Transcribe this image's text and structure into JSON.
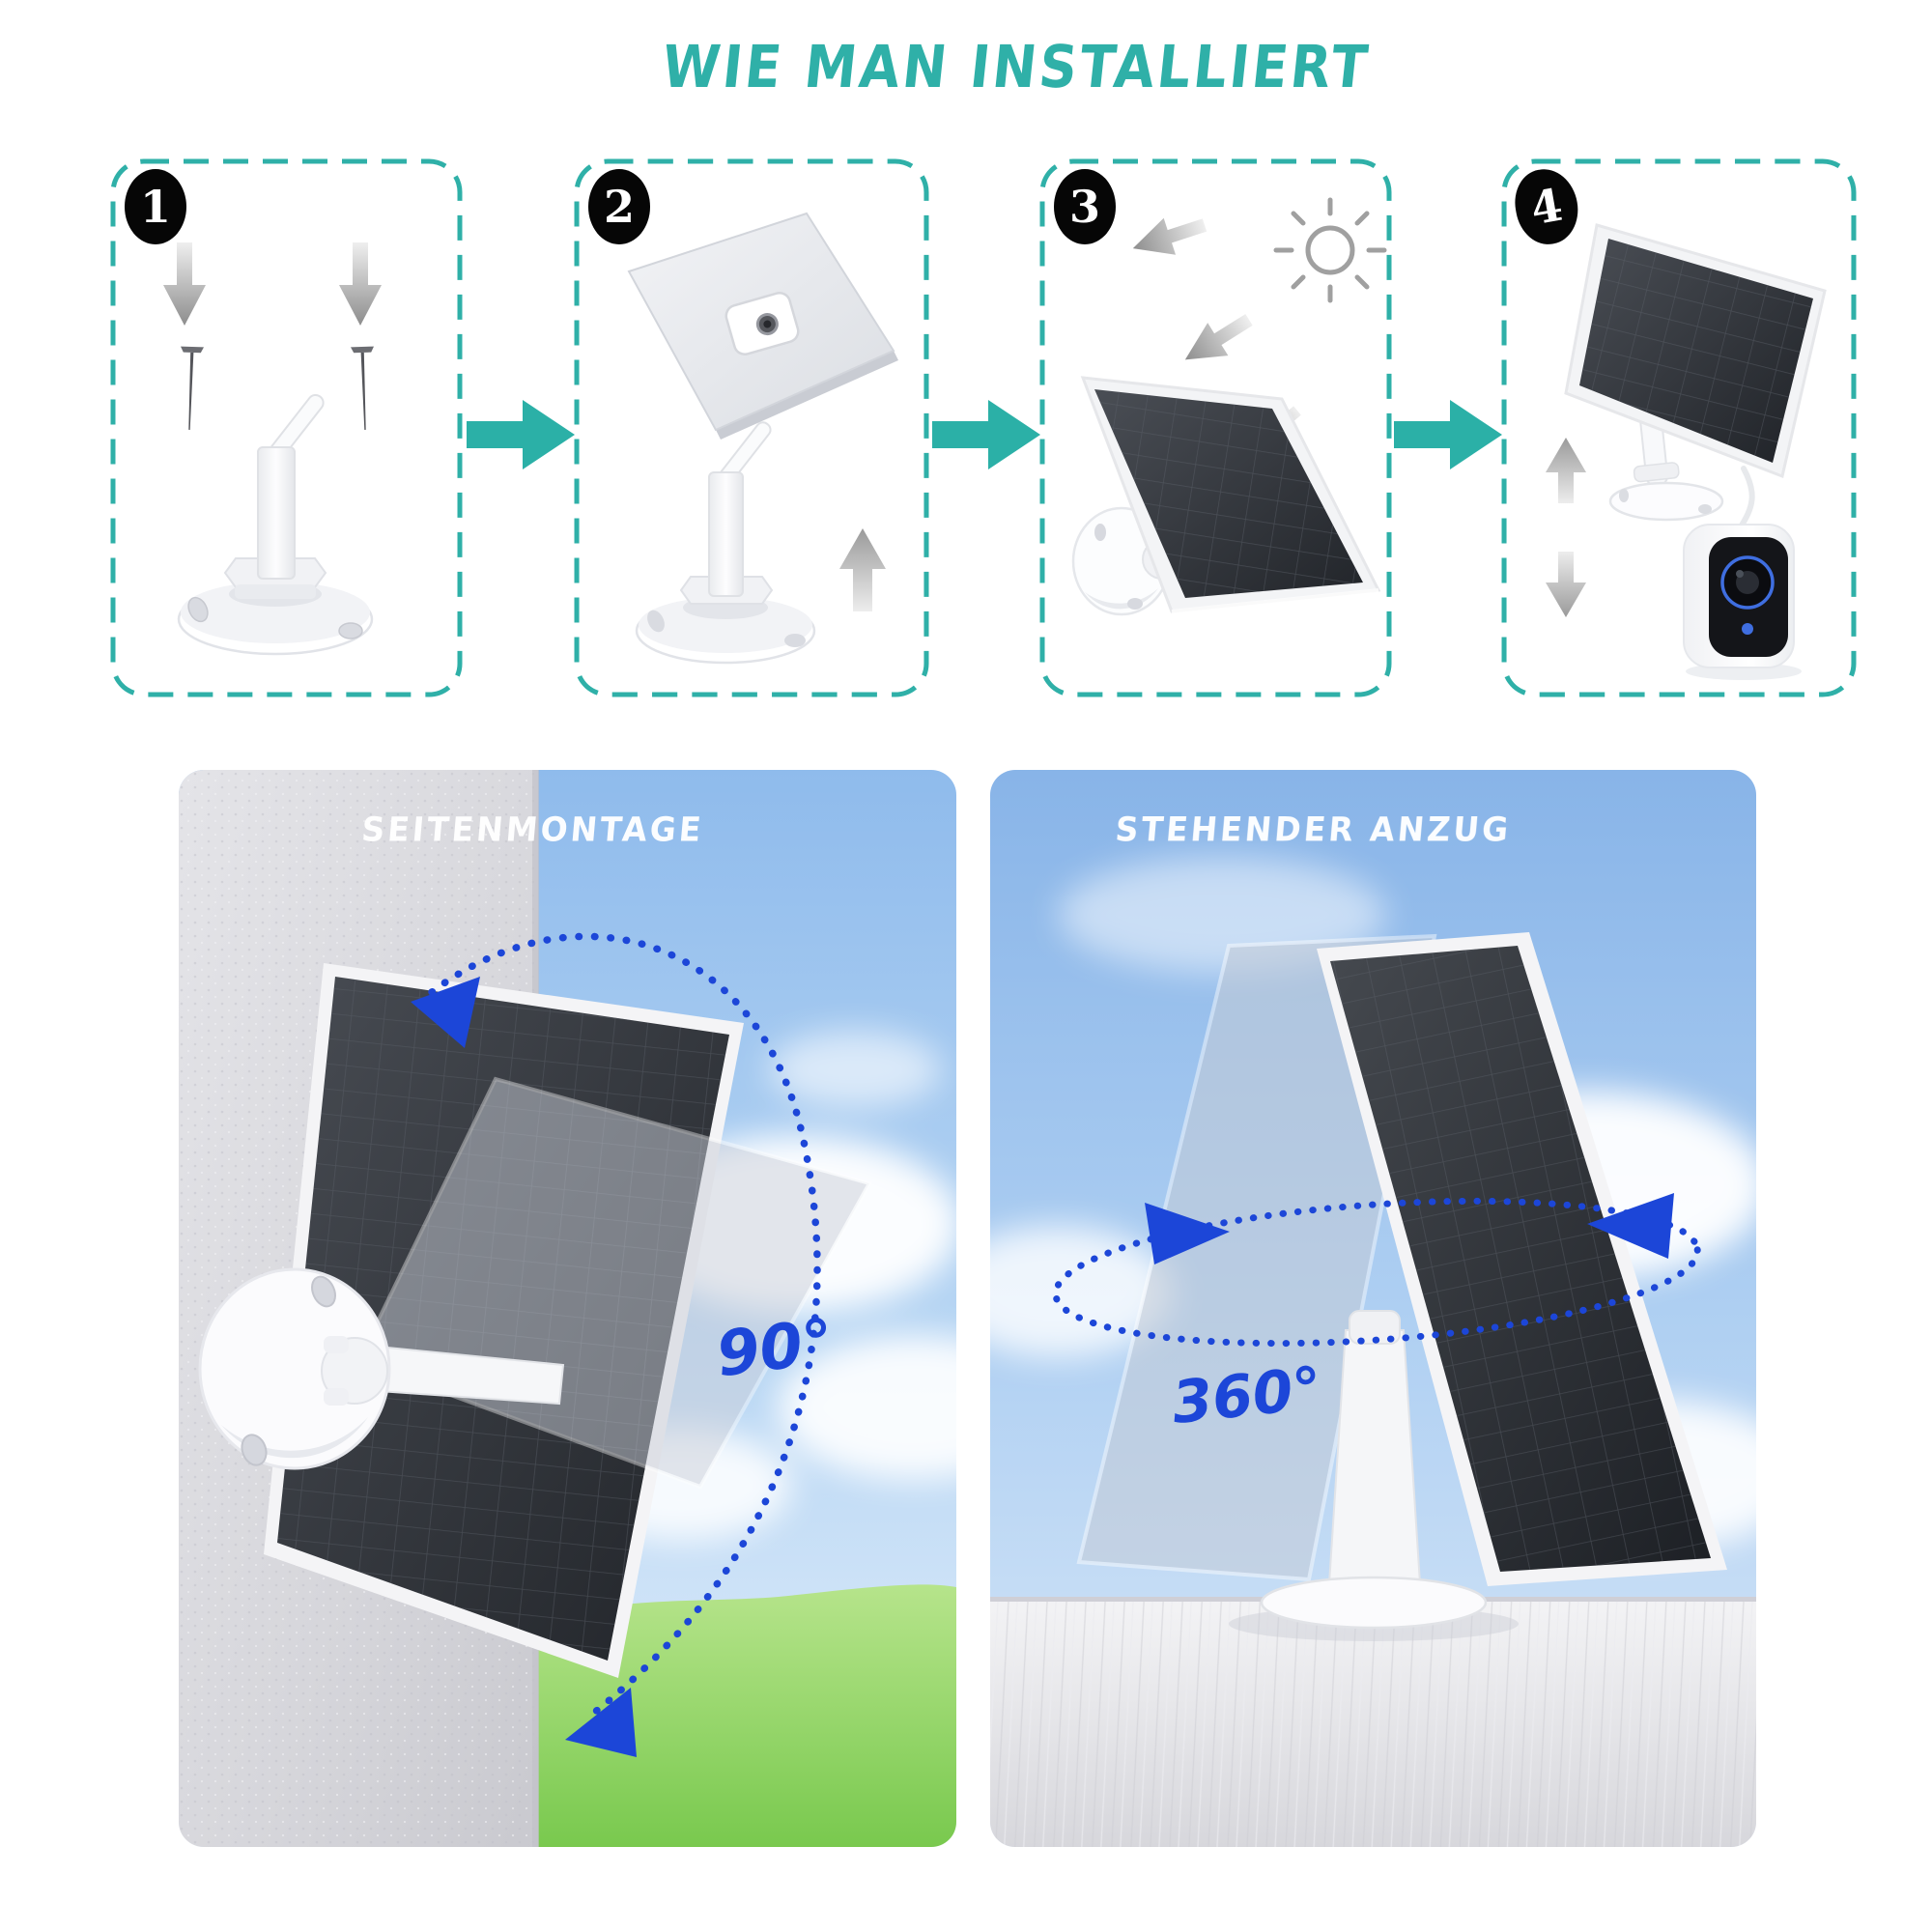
{
  "title": "WIE MAN INSTALLIERT",
  "steps": [
    {
      "number": "1",
      "icons": [
        "down-arrow",
        "down-arrow",
        "screw",
        "screw",
        "mount-bracket"
      ]
    },
    {
      "number": "2",
      "icons": [
        "solar-panel-back",
        "mount-plate",
        "mount-bracket",
        "up-arrow"
      ]
    },
    {
      "number": "3",
      "icons": [
        "sun",
        "sunlight-arrows",
        "solar-panel",
        "wall-mount"
      ]
    },
    {
      "number": "4",
      "icons": [
        "solar-panel",
        "pole-mount",
        "cable",
        "security-camera",
        "up-down-arrows"
      ]
    }
  ],
  "connector_icon": "right-arrow",
  "panels": {
    "left": {
      "label": "SEITENMONTAGE",
      "angle": "90°"
    },
    "right": {
      "label": "STEHENDER ANZUG",
      "angle": "360°"
    }
  },
  "colors": {
    "teal": "#2fb0a8",
    "annotation_blue": "#1c46d8",
    "panel_dark": "#33373d",
    "sky_blue": "#9cc4ee",
    "grass_green": "#8ed160",
    "wall_gray": "#d9d9de"
  }
}
